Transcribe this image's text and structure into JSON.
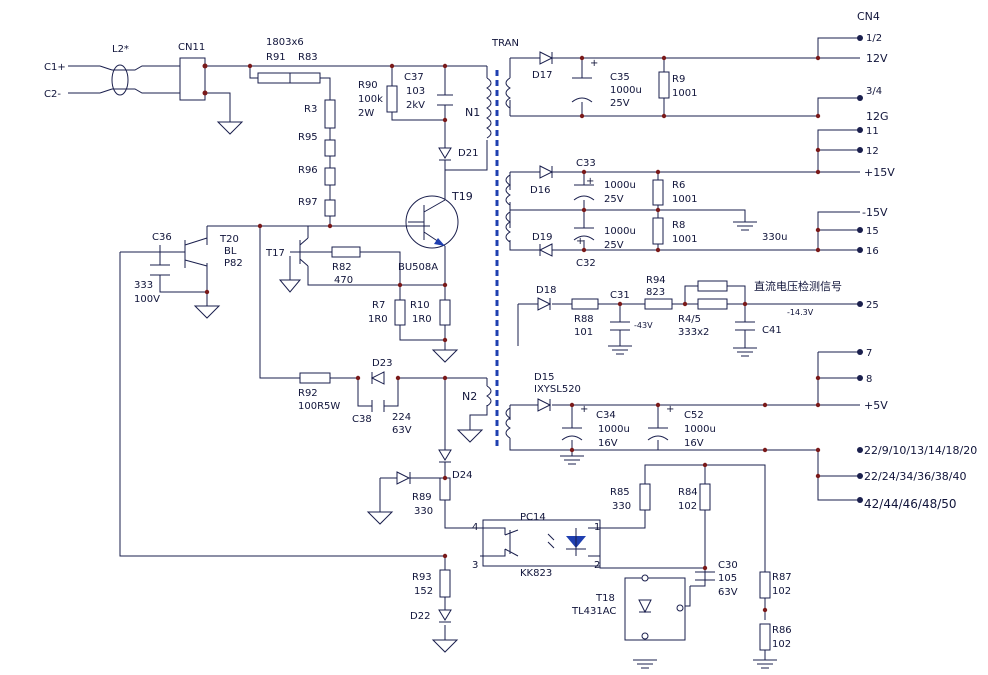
{
  "connectors": {
    "c1": "C1+",
    "c2": "C2-",
    "l2": "L2*",
    "cn11": "CN11",
    "tran": "TRAN",
    "cn4": "CN4",
    "pins": [
      "1/2",
      "12V",
      "3/4",
      "12G",
      "11",
      "12",
      "+15V",
      "-15V",
      "15",
      "16",
      "25",
      "7",
      "8",
      "+5V",
      "22/9/10/13/14/18/20",
      "22/24/34/36/38/40",
      "42/44/46/48/50"
    ],
    "dc_signal": "直流电压检测信号",
    "v143": "-14.3V",
    "v43": "-43V"
  },
  "components": {
    "r91_top": "1803x6",
    "r91": "R91",
    "r83": "R83",
    "r3": "R3",
    "r95": "R95",
    "r96": "R96",
    "r97": "R97",
    "r90": "R90",
    "r90v": "100k",
    "r90p": "2W",
    "c37": "C37",
    "c37v": "103",
    "c37p": "2kV",
    "n1": "N1",
    "d21": "D21",
    "t19": "T19",
    "bu508": "BU508A",
    "c36": "C36",
    "c36v": "333",
    "c36p": "100V",
    "t20": "T20",
    "t20a": "BL",
    "t20b": "P82",
    "t17": "T17",
    "r82": "R82",
    "r82v": "470",
    "r7": "R7",
    "r7v": "1R0",
    "r10": "R10",
    "r10v": "1R0",
    "d23": "D23",
    "r92": "R92",
    "r92v": "100R5W",
    "c38": "C38",
    "c38v": "224",
    "c38p": "63V",
    "n2": "N2",
    "d24": "D24",
    "r89": "R89",
    "r89v": "330",
    "pc14": "PC14",
    "kk823": "KK823",
    "p4": "4",
    "p3": "3",
    "p1": "1",
    "p2": "2",
    "r93": "R93",
    "r93v": "152",
    "d22": "D22",
    "d17": "D17",
    "c35": "C35",
    "c35v": "1000u",
    "c35p": "25V",
    "r9": "R9",
    "r9v": "1001",
    "c33": "C33",
    "d16": "D16",
    "c33v": "1000u",
    "c33p": "25V",
    "r6": "R6",
    "r6v": "1001",
    "d19": "D19",
    "c32": "C32",
    "c32v": "1000u",
    "c32p": "25V",
    "r8": "R8",
    "r8v": "1001",
    "c330u": "330u",
    "d18": "D18",
    "r94": "R94",
    "r94v": "823",
    "r88": "R88",
    "r88v": "101",
    "c31": "C31",
    "r45": "R4/5",
    "r45v": "333x2",
    "c41": "C41",
    "d15": "D15",
    "d15v": "IXYSL520",
    "c34": "C34",
    "c34v": "1000u",
    "c34p": "16V",
    "c52": "C52",
    "c52v": "1000u",
    "c52p": "16V",
    "r85": "R85",
    "r85v": "330",
    "r84": "R84",
    "r84v": "102",
    "c30": "C30",
    "c30v": "105",
    "c30p": "63V",
    "t18": "T18",
    "t18v": "TL431AC",
    "r87": "R87",
    "r87v": "102",
    "r86": "R86",
    "r86v": "102",
    "plus": "+"
  }
}
